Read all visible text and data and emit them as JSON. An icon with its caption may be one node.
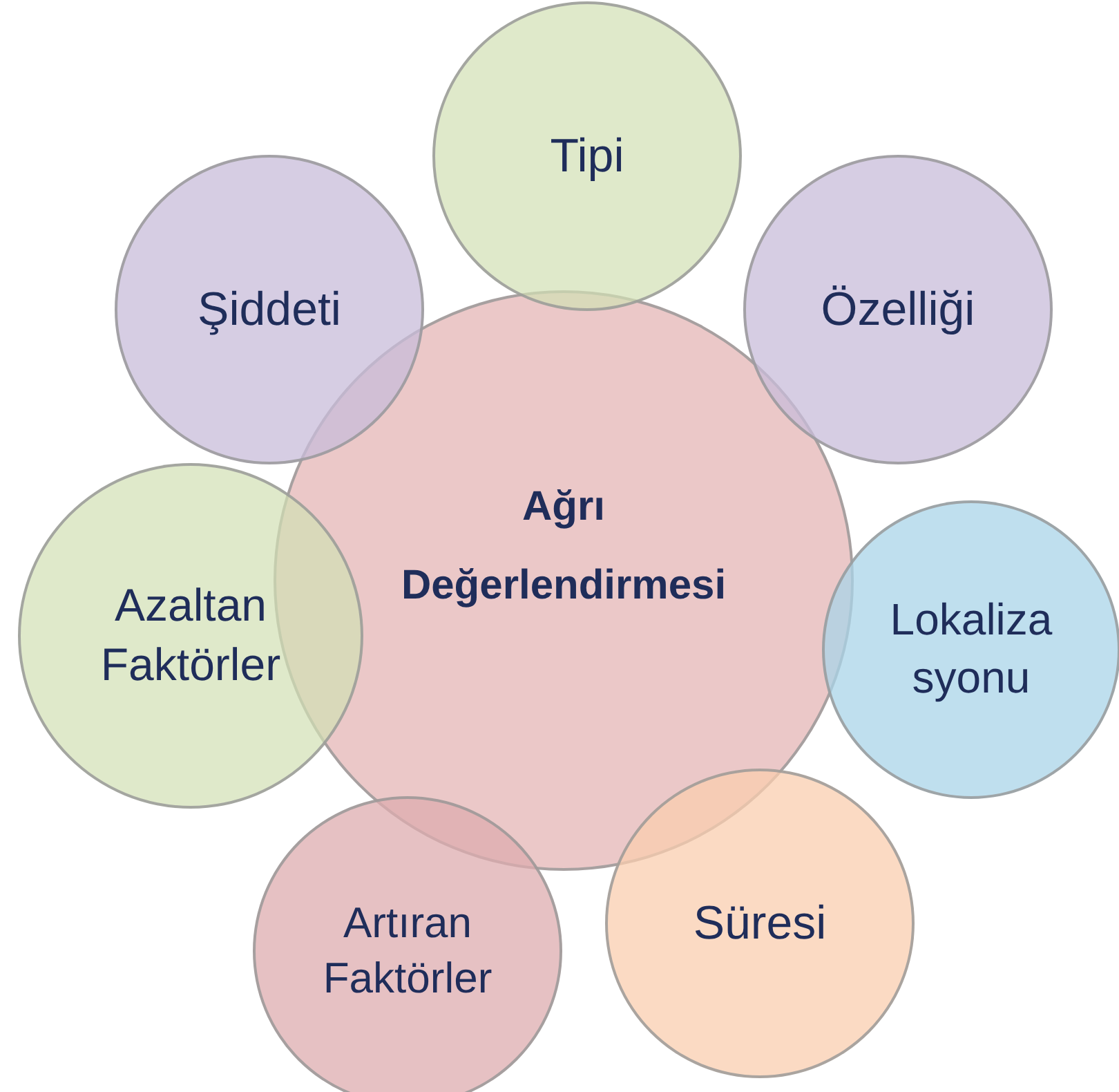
{
  "diagram": {
    "nodes": [
      {
        "text": [
          "Ağrı Değerlendirmesi"
        ]
      },
      {
        "text": [
          "Tipi"
        ]
      },
      {
        "text": [
          "Özelliği"
        ]
      },
      {
        "text": [
          "Lokaliza syonu"
        ]
      },
      {
        "text": [
          "Süresi"
        ]
      },
      {
        "text": [
          "Artıran Faktörler"
        ]
      },
      {
        "text": [
          "Azaltan Faktörler"
        ]
      },
      {
        "text": [
          "Şiddeti"
        ]
      }
    ]
  }
}
